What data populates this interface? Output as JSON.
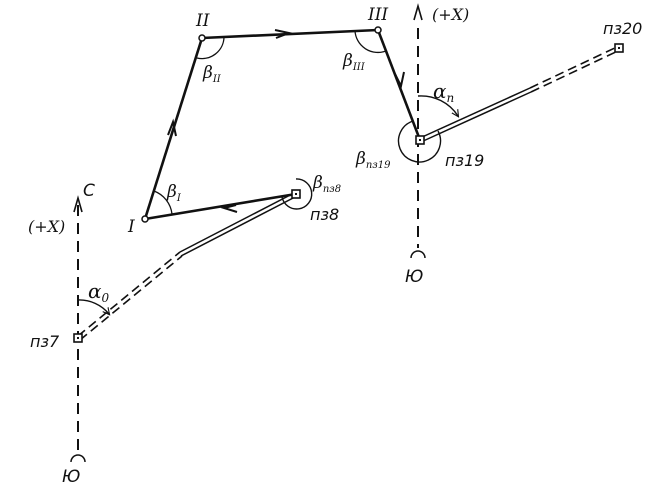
{
  "stations": {
    "p37": "пз7",
    "p38": "пз8",
    "p319": "пз19",
    "p320": "пз20"
  },
  "vertices": {
    "v1": "I",
    "v2": "II",
    "v3": "III"
  },
  "meridians": {
    "north_left": "С",
    "x_left": "(+X)",
    "south_left": "Ю",
    "x_right": "(+X)",
    "south_right": "Ю"
  },
  "angles": {
    "alpha0": {
      "base": "α",
      "sub": "0"
    },
    "alphan": {
      "base": "α",
      "sub": "n"
    },
    "beta1": {
      "base": "β",
      "sub": "I"
    },
    "beta2": {
      "base": "β",
      "sub": "II"
    },
    "beta3": {
      "base": "β",
      "sub": "III"
    },
    "beta38": {
      "base": "β",
      "sub": "пз8"
    },
    "beta319": {
      "base": "β",
      "sub": "пз19"
    }
  },
  "colors": {
    "ink": "#111111",
    "paper": "#ffffff"
  }
}
